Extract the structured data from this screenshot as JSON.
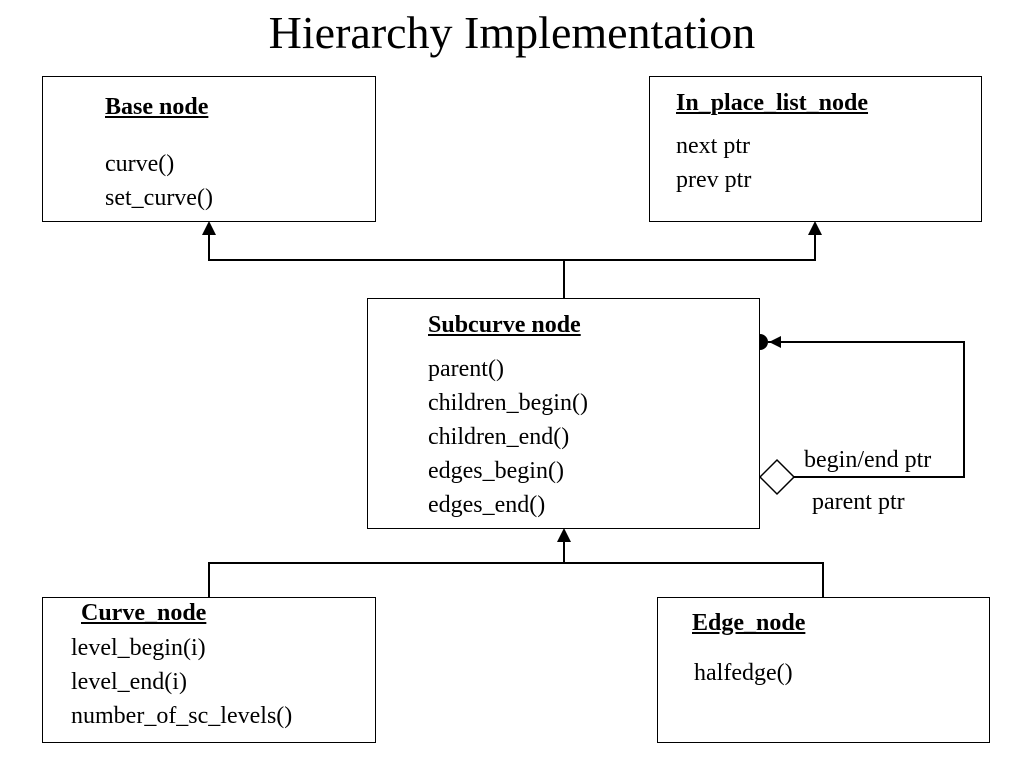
{
  "title": "Hierarchy Implementation",
  "boxes": {
    "base": {
      "title": "Base node",
      "items": [
        "curve()",
        "set_curve()"
      ]
    },
    "in_place": {
      "title": "In_place_list_node",
      "items": [
        "next ptr",
        "prev ptr"
      ]
    },
    "subcurve": {
      "title": "Subcurve node",
      "items": [
        "parent()",
        "children_begin()",
        "children_end()",
        "edges_begin()",
        "edges_end()"
      ]
    },
    "curve": {
      "title": "Curve_node",
      "items": [
        "level_begin(i)",
        "level_end(i)",
        "number_of_sc_levels()"
      ]
    },
    "edge": {
      "title": "Edge_node",
      "items": [
        "halfedge()"
      ]
    }
  },
  "labels": {
    "begin_end_ptr": "begin/end ptr",
    "parent_ptr": "parent ptr"
  }
}
